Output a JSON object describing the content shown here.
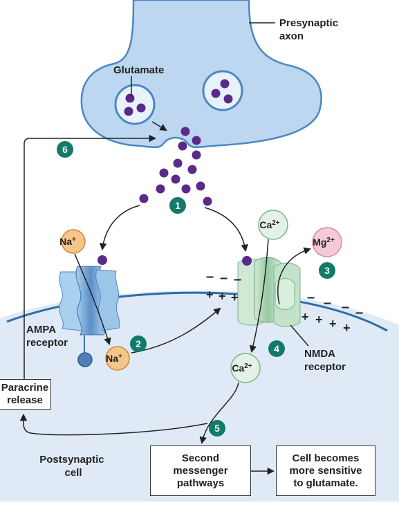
{
  "labels": {
    "presynaptic_axon": "Presynaptic\naxon",
    "glutamate": "Glutamate",
    "ampa_receptor": "AMPA\nreceptor",
    "nmda_receptor": "NMDA\nreceptor",
    "postsynaptic_cell": "Postsynaptic\ncell",
    "paracrine_release": "Paracrine\nrelease",
    "second_messenger": "Second\nmessenger\npathways",
    "more_sensitive": "Cell becomes\nmore sensitive\nto glutamate."
  },
  "ions": {
    "na": "Na",
    "na_charge": "+",
    "ca": "Ca",
    "ca_charge": "2+",
    "mg": "Mg",
    "mg_charge": "2+"
  },
  "steps": [
    "1",
    "2",
    "3",
    "4",
    "5",
    "6"
  ],
  "charges": {
    "negative": "–",
    "positive": "+"
  },
  "colors": {
    "axon_fill": "#bcd7ef",
    "axon_stroke": "#4d86c2",
    "cell_fill": "#dfeaf6",
    "membrane": "#2e6ca8",
    "glutamate": "#5a2a8a",
    "step_badge": "#137a6a",
    "na_fill": "#f6c58a",
    "ca_fill": "#e3f1e6",
    "mg_fill": "#f5cad6",
    "ampa": "#7fb6e0",
    "nmda": "#b9dcc0"
  }
}
